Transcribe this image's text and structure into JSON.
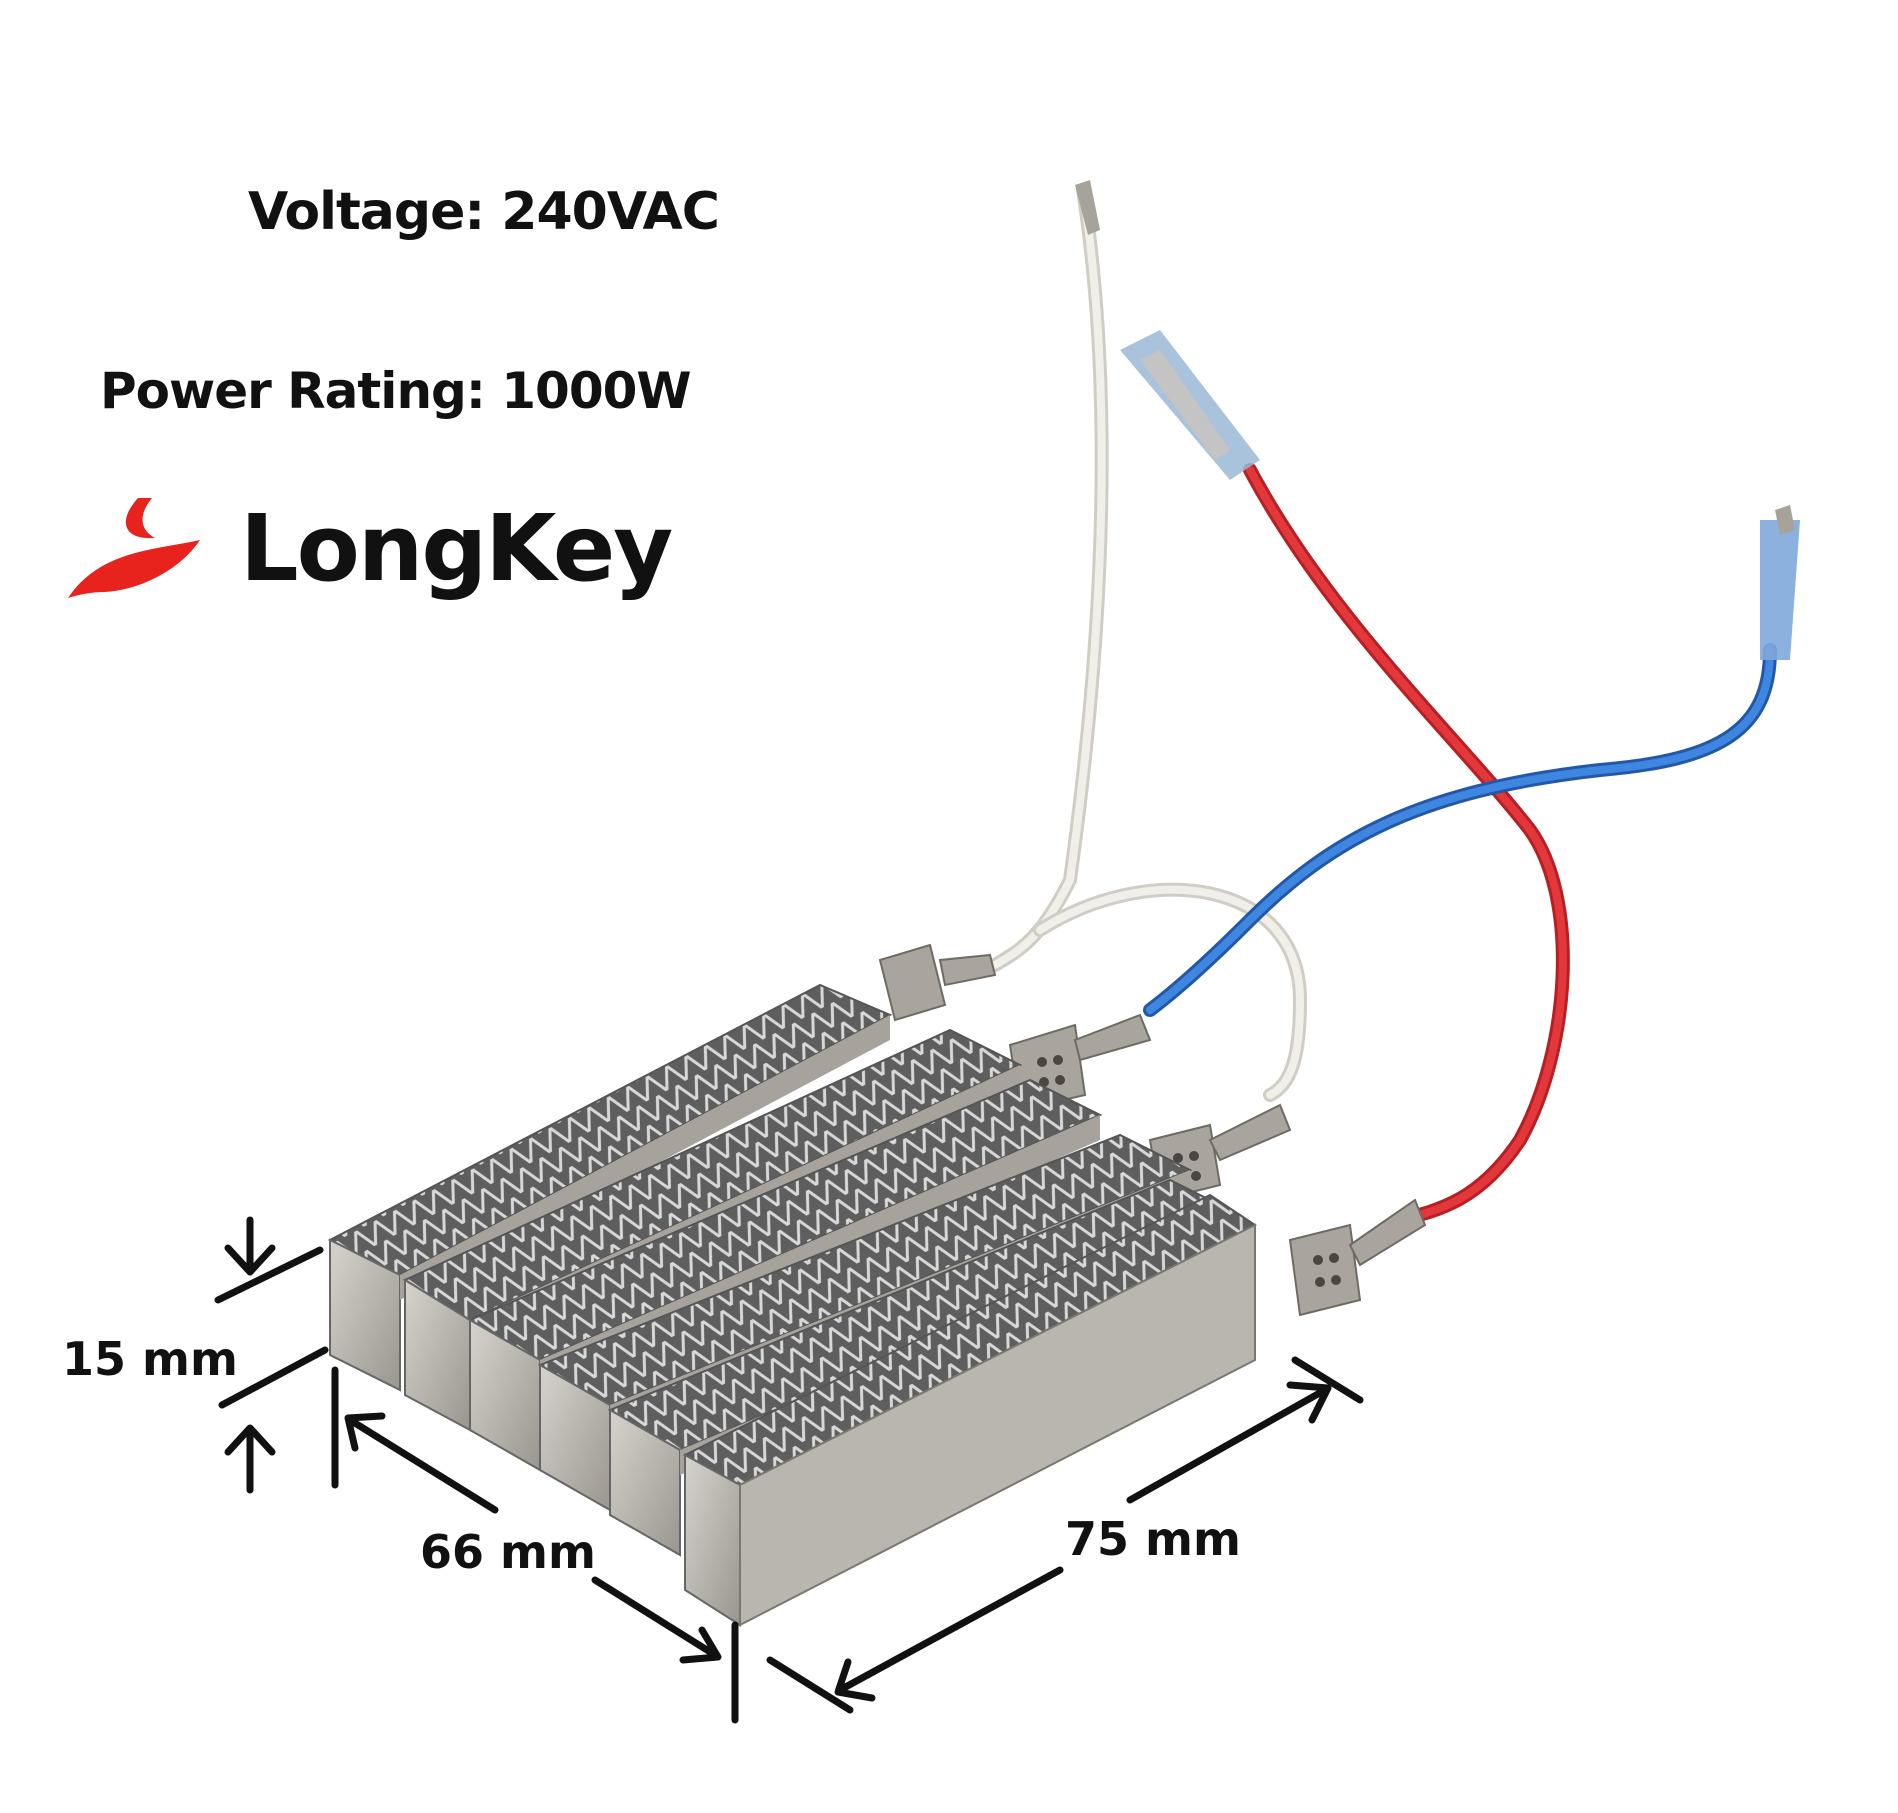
{
  "specs": {
    "voltage": "Voltage: 240VAC",
    "power": "Power Rating: 1000W"
  },
  "brand": {
    "name": "LongKey",
    "logo_color": "#e8231e"
  },
  "dimensions": {
    "height": "15 mm",
    "width": "66 mm",
    "length": "75 mm"
  },
  "colors": {
    "wire_red": "#d9262b",
    "wire_blue": "#2f6fcf",
    "wire_white": "#e8e6df",
    "fin_metal": "#8c8c8c",
    "body_metal": "#b9b6b0"
  }
}
